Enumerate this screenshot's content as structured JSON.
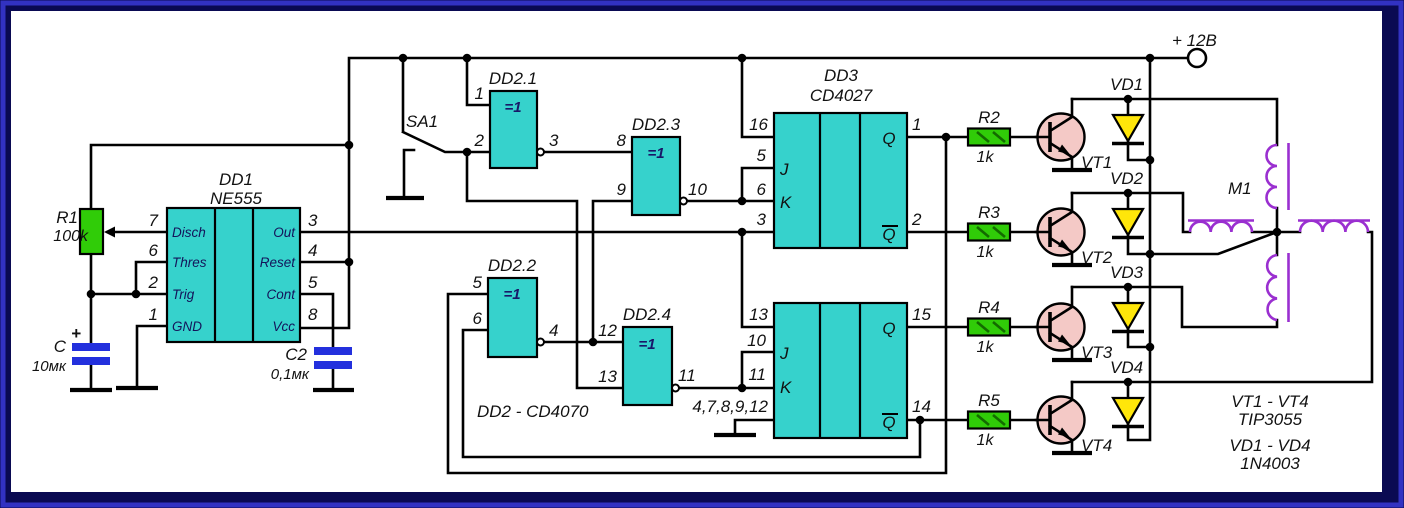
{
  "palette": {
    "ic": "#36d2cc",
    "resistor": "#30cc08",
    "capacitor": "#2330dd",
    "transistor": "#f4c9c6",
    "diode": "#ffe60a",
    "coil": "#9a2fd0",
    "plus": "#2330dd"
  },
  "power": {
    "label": "+ 12В"
  },
  "dd1": {
    "name": "DD1",
    "part": "NE555",
    "left_pins": [
      {
        "num": "7",
        "label": "Disch"
      },
      {
        "num": "6",
        "label": "Thres"
      },
      {
        "num": "2",
        "label": "Trig"
      },
      {
        "num": "1",
        "label": "GND"
      }
    ],
    "right_pins": [
      {
        "num": "3",
        "label": "Out"
      },
      {
        "num": "4",
        "label": "Reset"
      },
      {
        "num": "5",
        "label": "Cont"
      },
      {
        "num": "8",
        "label": "Vcc"
      }
    ]
  },
  "r1": {
    "name": "R1",
    "value": "100k"
  },
  "c1": {
    "name": "C",
    "value": "10мк",
    "polarity": "+"
  },
  "c2": {
    "name": "C2",
    "value": "0,1мк"
  },
  "sa1": {
    "name": "SA1"
  },
  "gates": {
    "symbol": "=1",
    "note": "DD2 - CD4070",
    "g1": {
      "name": "DD2.1",
      "in1": "1",
      "in2": "2",
      "out": "3"
    },
    "g2": {
      "name": "DD2.2",
      "in1": "5",
      "in2": "6",
      "out": "4"
    },
    "g3": {
      "name": "DD2.3",
      "in1": "8",
      "in2": "9",
      "out": "10"
    },
    "g4": {
      "name": "DD2.4",
      "in1": "12",
      "in2": "13",
      "out": "11"
    }
  },
  "dd3": {
    "name": "DD3",
    "part": "CD4027",
    "ff1": {
      "vcc_pin": "16",
      "j_pin": "5",
      "k_pin": "6",
      "clk_pin": "3",
      "j": "J",
      "k": "K",
      "q": "Q",
      "qb": "Q",
      "q_pin": "1",
      "qb_pin": "2"
    },
    "ff2": {
      "clk_pin": "13",
      "j_pin": "10",
      "k_pin": "11",
      "gnd_pins": "4,7,8,9,12",
      "j": "J",
      "k": "K",
      "q": "Q",
      "qb": "Q",
      "q_pin": "15",
      "qb_pin": "14"
    }
  },
  "resistors": [
    {
      "name": "R2",
      "value": "1k"
    },
    {
      "name": "R3",
      "value": "1k"
    },
    {
      "name": "R4",
      "value": "1k"
    },
    {
      "name": "R5",
      "value": "1k"
    }
  ],
  "transistors": [
    {
      "name": "VT1"
    },
    {
      "name": "VT2"
    },
    {
      "name": "VT3"
    },
    {
      "name": "VT4"
    }
  ],
  "diodes": [
    {
      "name": "VD1"
    },
    {
      "name": "VD2"
    },
    {
      "name": "VD3"
    },
    {
      "name": "VD4"
    }
  ],
  "motor": {
    "name": "M1"
  },
  "notes": {
    "vt_range": "VT1 - VT4",
    "vt_part": "TIP3055",
    "vd_range": "VD1 - VD4",
    "vd_part": "1N4003"
  }
}
